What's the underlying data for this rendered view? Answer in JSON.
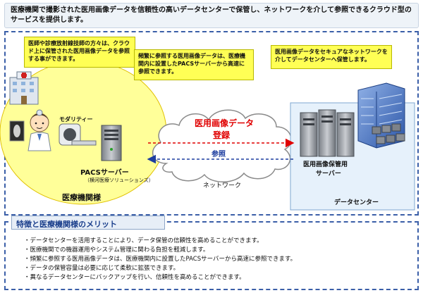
{
  "intro": "医療機関で撮影された医用画像データを信頼性の高いデータセンターで保管し、ネットワークを介して参照できるクラウド型のサービスを提供します。",
  "diagram": {
    "callout_doctors": "医師や診療放射線技師の方々は、クラウド上に保管された医用画像データを参照する事ができます。",
    "callout_pacs": "頻繁に参照する医用画像データは、医療機関内に設置したPACSサーバーから高速に参照できます。",
    "callout_datacenter": "医用画像データをセキュアなネットワークを介してデータセンターへ保管します。",
    "modality_label": "モダリティー",
    "pacs_label": "PACSサーバー",
    "pacs_vendor": "（横河医療ソリューションズ）",
    "hospital_label": "医療機関様",
    "network_label": "ネットワーク",
    "register_line1": "医用画像データ",
    "register_line2": "登録",
    "reference_label": "参照",
    "storage_server_line1": "医用画像保管用",
    "storage_server_line2": "サーバー",
    "datacenter_label": "データセンター",
    "colors": {
      "register": "#e00000",
      "reference": "#1f3fa0",
      "hospital_circle": "#ffff99",
      "frame": "#3b5fa8"
    }
  },
  "benefits": {
    "title": "特徴と医療機関様のメリット",
    "items": [
      "データセンターを活用することにより、データ保管の信頼性を高めることができます。",
      "医療機関での機器運用やシステム管理に関わる負担を軽減します。",
      "頻繁に参照する医用画像データは、医療機関内に設置したPACSサーバーから高速に参照できます。",
      "データの保管容量は必要に応じて柔軟に拡張できます。",
      "異なるデータセンターにバックアップを行い、信頼性を高めることができます。"
    ]
  }
}
